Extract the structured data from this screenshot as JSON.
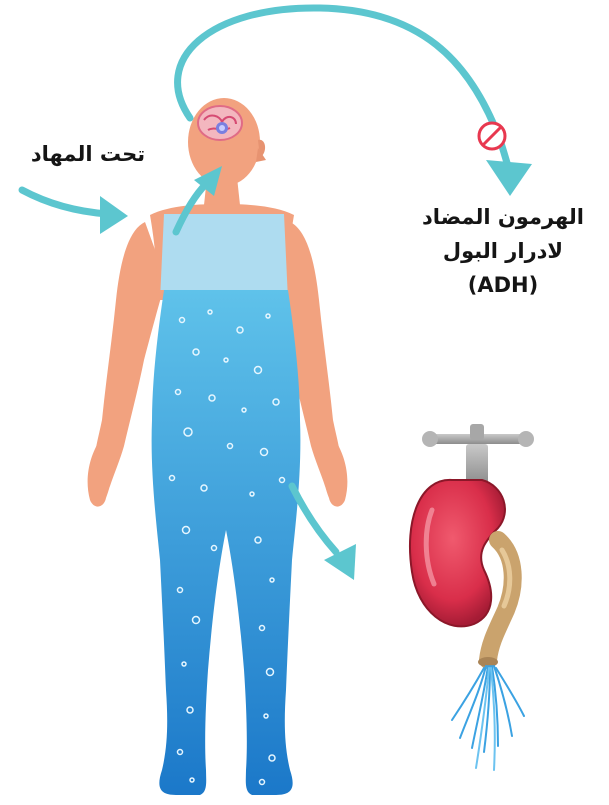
{
  "labels": {
    "hypothalamus": "تحت المهاد",
    "adh_line1": "الهرمون المضاد",
    "adh_line2": "لادرار البول",
    "adh_line3": "(ADH)"
  },
  "icons": {
    "brain": "brain-icon",
    "inhibit": "no-entry-icon",
    "kidney": "kidney-icon",
    "faucet": "faucet-icon"
  },
  "colors": {
    "skin": "#f2a27f",
    "water_light": "#aedcf0",
    "water_top": "#5fc2ea",
    "water_bottom": "#1b78c9",
    "arrow": "#5cc6cf",
    "inhibit": "#e8384f",
    "kidney": "#d92e4a",
    "ureter": "#caa36d",
    "faucet": "#9a9a9a"
  }
}
